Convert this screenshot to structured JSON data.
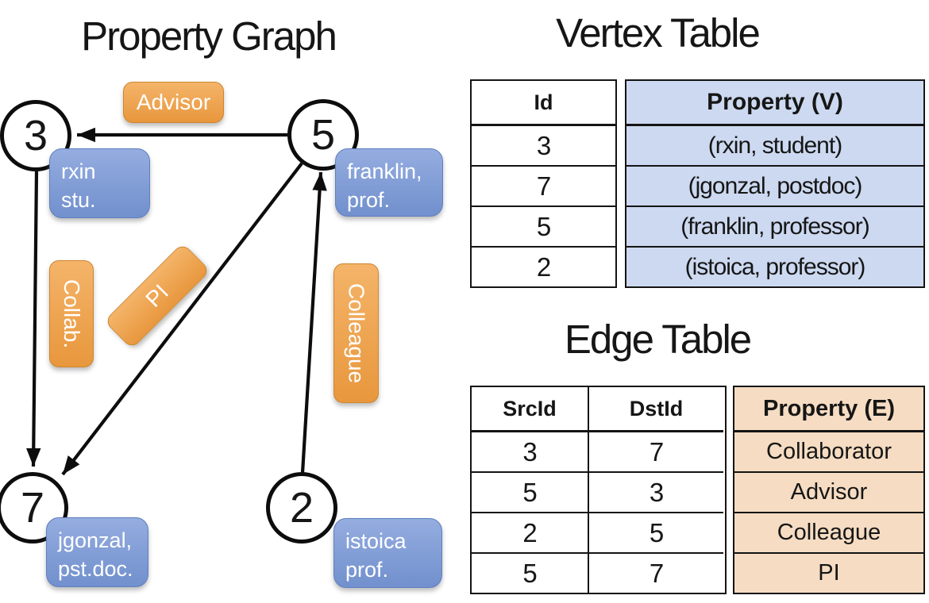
{
  "graph": {
    "title": "Property Graph",
    "vertices": [
      {
        "id": "3",
        "line1": "rxin",
        "line2": "stu."
      },
      {
        "id": "5",
        "line1": "franklin,",
        "line2": "prof."
      },
      {
        "id": "7",
        "line1": "jgonzal,",
        "line2": "pst.doc."
      },
      {
        "id": "2",
        "line1": "istoica",
        "line2": "prof."
      }
    ],
    "edge_labels": {
      "advisor": "Advisor",
      "collab": "Collab.",
      "pi": "PI",
      "colleague": "Colleague"
    }
  },
  "vertex_table": {
    "title": "Vertex Table",
    "columns": [
      "Id",
      "Property (V)"
    ],
    "rows": [
      [
        "3",
        "(rxin, student)"
      ],
      [
        "7",
        "(jgonzal, postdoc)"
      ],
      [
        "5",
        "(franklin, professor)"
      ],
      [
        "2",
        "(istoica, professor)"
      ]
    ]
  },
  "edge_table": {
    "title": "Edge Table",
    "columns": [
      "SrcId",
      "DstId",
      "Property (E)"
    ],
    "rows": [
      [
        "3",
        "7",
        "Collaborator"
      ],
      [
        "5",
        "3",
        "Advisor"
      ],
      [
        "2",
        "5",
        "Colleague"
      ],
      [
        "5",
        "7",
        "PI"
      ]
    ]
  },
  "colors": {
    "vertex_property_fill": "#ccd9f0",
    "edge_property_fill": "#f5dcc2",
    "vertex_box_blue": "#7190cd",
    "edge_label_orange": "#e8973d",
    "line_black": "#0d0d0d"
  }
}
